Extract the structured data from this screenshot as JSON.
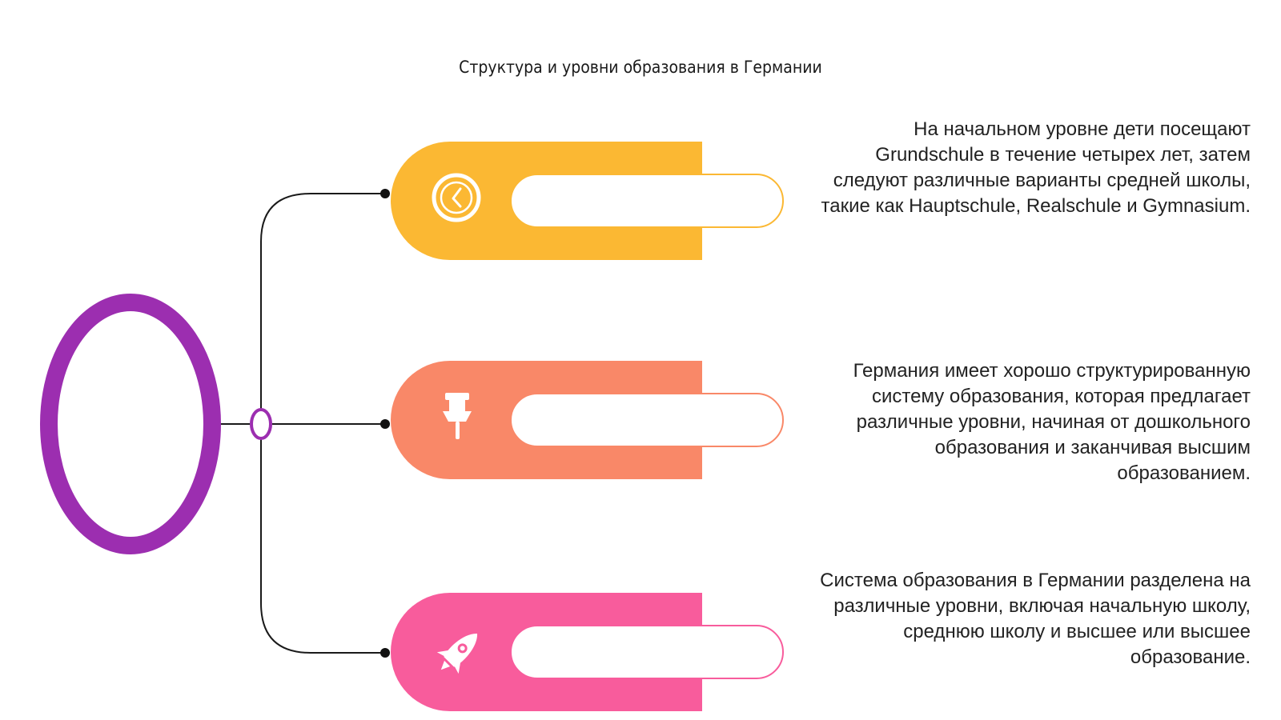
{
  "title": "Структура и уровни образования в Германии",
  "colors": {
    "hub_ring": "#9C2EB0",
    "connector": "#1a1a1a",
    "background": "#ffffff"
  },
  "items": [
    {
      "icon": "clock-icon",
      "color": "#FBB833",
      "text": "На начальном уровне дети посещают Grundschule в течение четырех лет, затем следуют различные варианты средней школы, такие как Hauptschule, Realschule и Gymnasium."
    },
    {
      "icon": "pushpin-icon",
      "color": "#F98868",
      "text": "Германия имеет хорошо структурированную систему образования, которая предлагает различные уровни, начиная от дошкольного образования и заканчивая высшим образованием."
    },
    {
      "icon": "rocket-icon",
      "color": "#F85C9C",
      "text": "Система образования в Германии разделена на различные уровни, включая начальную школу, среднюю школу и высшее или высшее образование."
    }
  ]
}
